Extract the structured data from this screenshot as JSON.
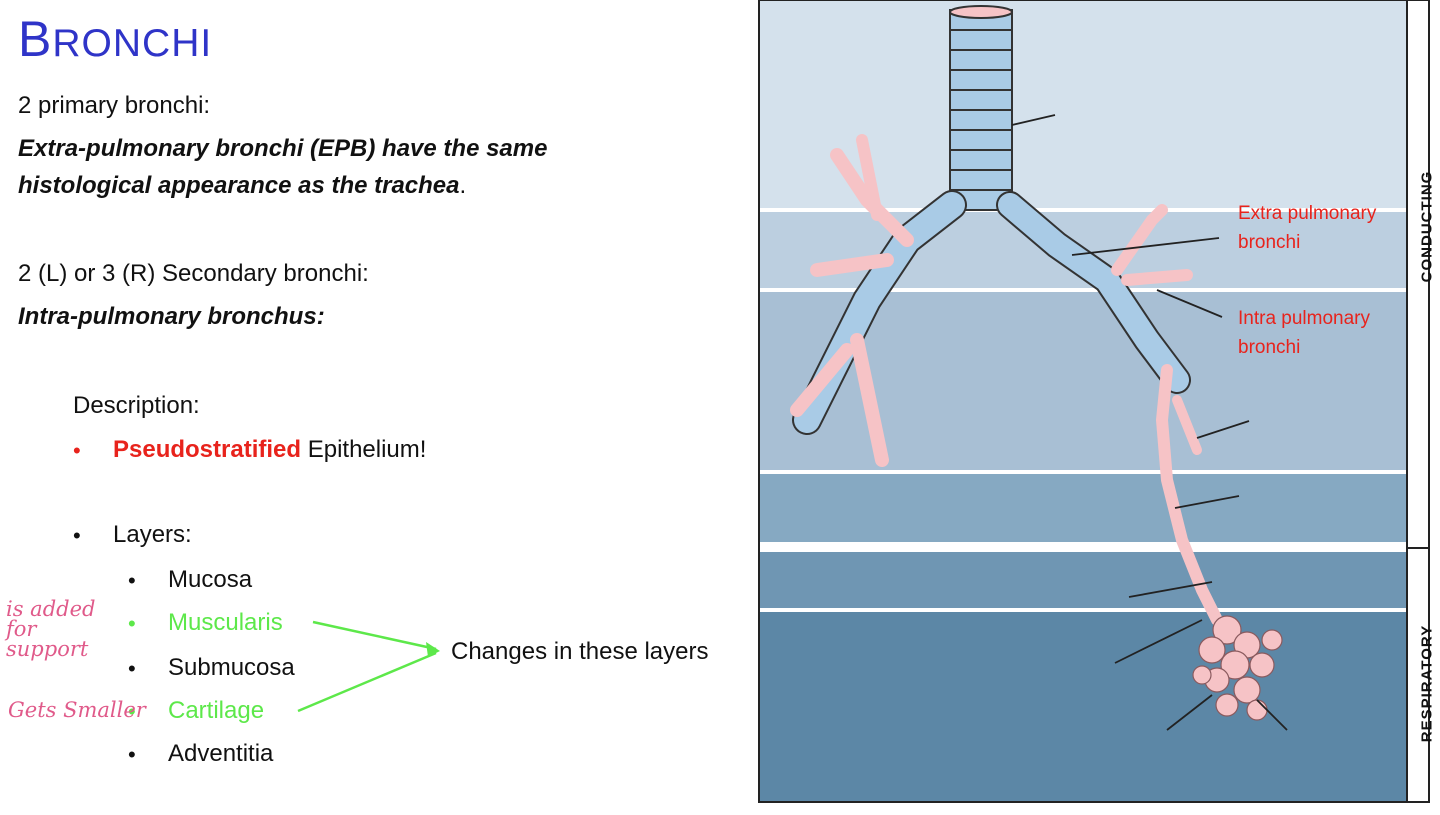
{
  "title": {
    "first": "B",
    "rest": "RONCHI"
  },
  "primary": {
    "heading": "2 primary bronchi:",
    "desc_line1": "Extra-pulmonary bronchi (EPB) have the same",
    "desc_line2": "histological appearance as the trachea",
    "desc_end": "."
  },
  "secondary": {
    "heading": "2 (L) or 3 (R) Secondary bronchi:",
    "desc": "Intra-pulmonary bronchus:"
  },
  "description": {
    "label": "Description:",
    "epithelium_highlight": "Pseudostratified",
    "epithelium_rest": " Epithelium!"
  },
  "layers": {
    "label": "Layers:",
    "items": [
      "Mucosa",
      "Muscularis",
      "Submucosa",
      "Cartilage",
      "Adventitia"
    ]
  },
  "annotations": {
    "changes": "Changes in these layers",
    "muscularis_note": "is added for support",
    "cartilage_note": "Gets Smaller"
  },
  "diagram": {
    "label_extra": [
      "Extra pulmonary",
      "bronchi"
    ],
    "label_intra": [
      "Intra pulmonary",
      "bronchi"
    ],
    "zone_conducting": "CONDUCTING",
    "zone_respiratory": "RESPIRATORY"
  },
  "colors": {
    "title": "#2f34c8",
    "highlight_red": "#e8231c",
    "highlight_green": "#5de84a",
    "handwriting": "#e05a8a",
    "airway_pink": "#f6c3c6",
    "cartilage_blue": "#a9cbe6"
  }
}
